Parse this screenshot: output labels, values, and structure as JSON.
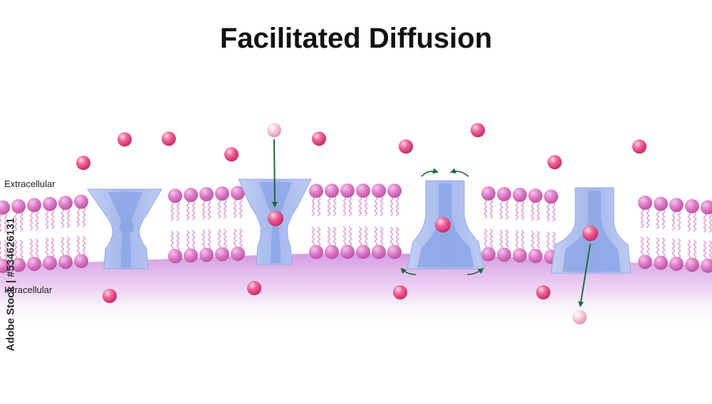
{
  "title": "Facilitated Diffusion",
  "labels": {
    "extracellular": "Extracellular",
    "intracellular": "Intracellular"
  },
  "watermark": "Adobe Stock | #534626131",
  "colors": {
    "phospholipid_head": "#d86fc2",
    "phospholipid_tail": "#e2a4d8",
    "cytoplasm": "#d9a6e4",
    "protein": "#a9bdee",
    "protein_dark": "#8aa2e2",
    "solute": "#e5407f",
    "solute_faded": "#f2b6cf",
    "arrow": "#1c6b3a",
    "title": "#111111"
  },
  "icons": {
    "solute": "pink-sphere",
    "channel": "channel-protein",
    "carrier": "carrier-protein",
    "movement": "green-arrow",
    "conformation": "curved-arrow"
  }
}
